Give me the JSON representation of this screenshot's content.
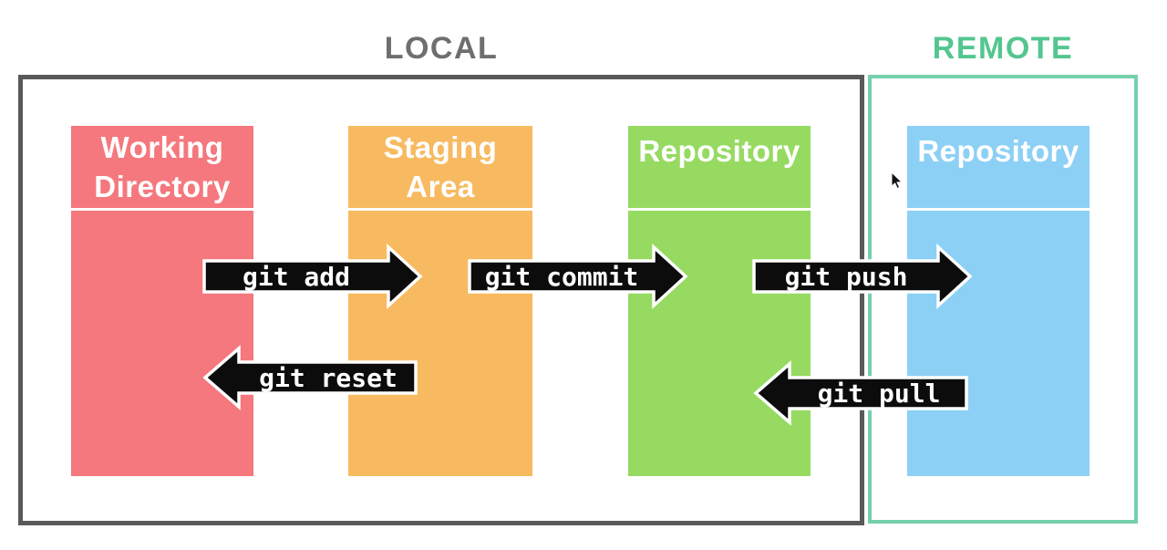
{
  "titles": {
    "local": "LOCAL",
    "remote": "REMOTE"
  },
  "columns": [
    {
      "id": "working-directory",
      "label": "Working\nDirectory",
      "zone": "local",
      "color": "#f4787e"
    },
    {
      "id": "staging-area",
      "label": "Staging\nArea",
      "zone": "local",
      "color": "#f8ba61"
    },
    {
      "id": "repository-local",
      "label": "Repository",
      "zone": "local",
      "color": "#97da62"
    },
    {
      "id": "repository-remote",
      "label": "Repository",
      "zone": "remote",
      "color": "#8dd0f5"
    }
  ],
  "arrows": [
    {
      "label": "git add",
      "direction": "right",
      "from": "working-directory",
      "to": "staging-area"
    },
    {
      "label": "git commit",
      "direction": "right",
      "from": "staging-area",
      "to": "repository-local"
    },
    {
      "label": "git push",
      "direction": "right",
      "from": "repository-local",
      "to": "repository-remote"
    },
    {
      "label": "git reset",
      "direction": "left",
      "from": "staging-area",
      "to": "working-directory"
    },
    {
      "label": "git pull",
      "direction": "left",
      "from": "repository-remote",
      "to": "repository-local"
    }
  ],
  "colors": {
    "local_title": "#6e6e6e",
    "local_border": "#595959",
    "remote_title": "#53c68f",
    "remote_border": "#74d0a9",
    "working_directory": "#f4787e",
    "staging_area": "#f8ba61",
    "repository_local": "#97da62",
    "repository_remote": "#8dd0f5",
    "arrow_fill": "#0c0c0c",
    "arrow_text": "#ffffff"
  },
  "cursor": {
    "type": "arrow-pointer"
  }
}
